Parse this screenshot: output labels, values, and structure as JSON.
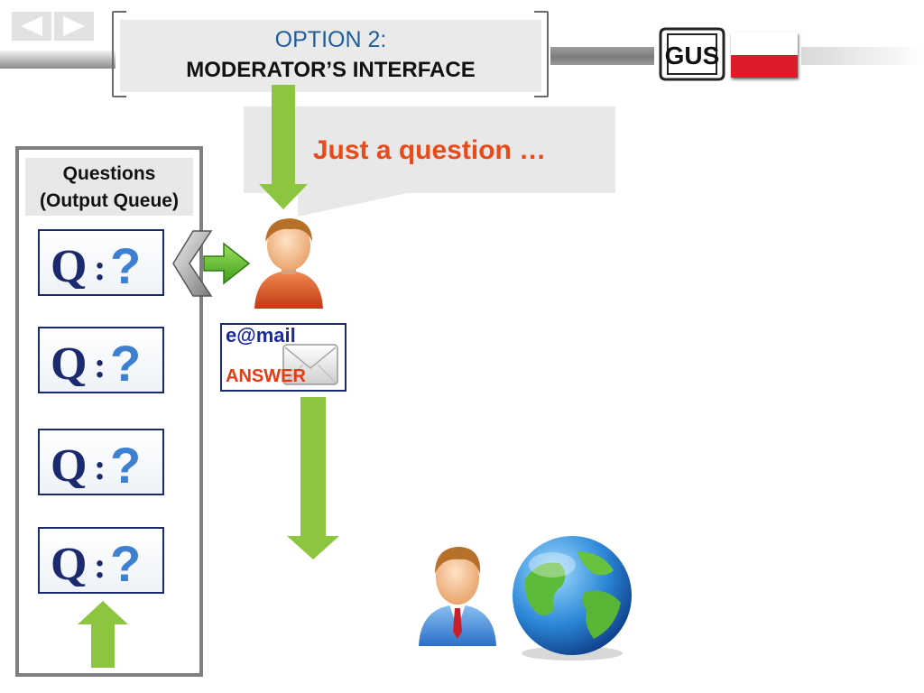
{
  "title": {
    "line1": "OPTION 2:",
    "line2": "MODERATOR’S  INTERFACE"
  },
  "nav": {
    "prev_icon": "triangle-left-icon",
    "next_icon": "triangle-right-icon"
  },
  "logo": {
    "text": "GUS",
    "flag": "poland-flag"
  },
  "bubble": {
    "text": "Just a question …"
  },
  "queue": {
    "title_line1": "Questions",
    "title_line2": "(Output Queue)",
    "card_count_icons": [
      "q-question-icon",
      "q-question-icon",
      "q-question-icon",
      "q-question-icon"
    ]
  },
  "email": {
    "label": "e@mail",
    "answer": "ANSWER"
  },
  "colors": {
    "arrow_green": "#8cc63f",
    "title_blue": "#1f5e9c",
    "bubble_text": "#e84a1a",
    "answer_red": "#e83a12",
    "card_border": "#1a2a6c"
  }
}
